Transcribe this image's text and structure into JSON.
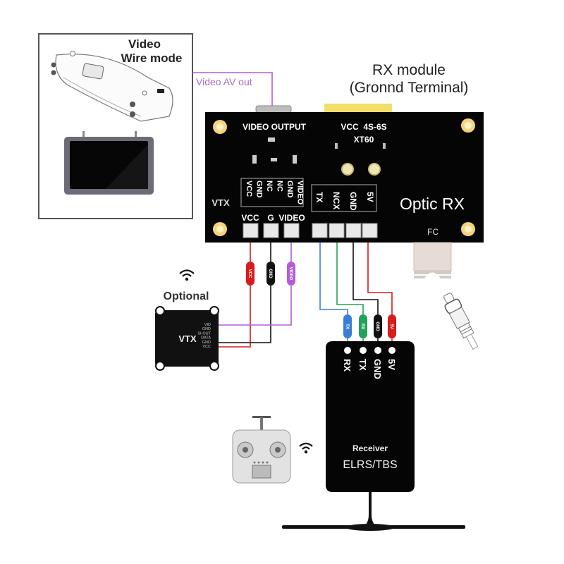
{
  "display_box": {
    "title_line1": "Video",
    "title_line2": "Wire mode",
    "goggles": "fpv-goggles",
    "monitor": "fpv-monitor"
  },
  "video_av_label": "Video AV out",
  "rx_module": {
    "title_line1": "RX module",
    "title_line2": "(Gronnd Terminal)"
  },
  "board": {
    "video_output_label": "VIDEO OUTPUT",
    "vcc_label": "VCC  4S-6S",
    "xt60_label": "XT60",
    "vtx_label": "VTX",
    "name": "Optic RX",
    "fc_label": "FC",
    "vtx_pin_box": [
      "VCC",
      "GND",
      "NC",
      "NC",
      "GND",
      "VIDEO"
    ],
    "vtx_pad_labels": [
      "VCC",
      "G",
      "VIDEO"
    ],
    "fc_pin_box": [
      "TX",
      "NCX",
      "GND",
      "5V"
    ]
  },
  "vtx_wires": [
    {
      "label": "VCC",
      "color": "#d81b1b"
    },
    {
      "label": "GND",
      "color": "#111111"
    },
    {
      "label": "VIDEO",
      "color": "#b45cd6"
    }
  ],
  "fc_wires": [
    {
      "label": "TX",
      "color": "#3a7fd6"
    },
    {
      "label": "RX",
      "color": "#22a35a"
    },
    {
      "label": "GND",
      "color": "#111111"
    },
    {
      "label": "5V",
      "color": "#d81b1b"
    }
  ],
  "vtx_module": {
    "optional_label": "Optional",
    "name": "VTX",
    "pins": [
      "VID",
      "GND",
      "SI-OUT",
      "DATA",
      "GND",
      "VCC"
    ]
  },
  "receiver": {
    "pins": [
      "RX",
      "TX",
      "GND",
      "5V"
    ],
    "label_line1": "Receiver",
    "label_line2": "ELRS/TBS"
  },
  "colors": {
    "board": "#050505",
    "pad": "#e8e8e8",
    "mount_hole": "#f6d27a",
    "xt60": "#f2df6a",
    "video_wire": "#b45cd6",
    "frame": "#555555"
  }
}
